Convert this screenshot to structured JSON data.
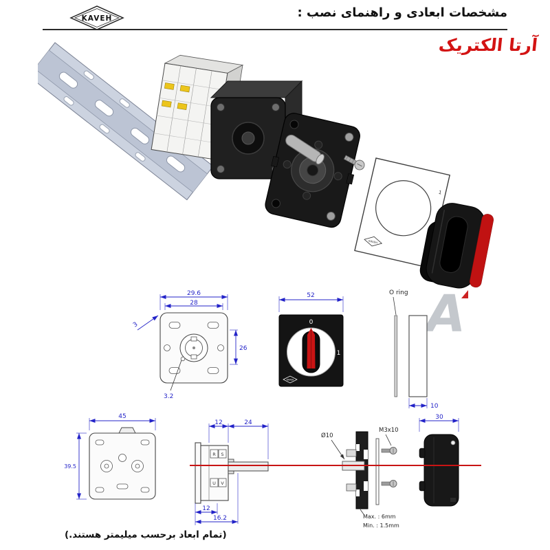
{
  "header": {
    "brand": "KAVEH",
    "title": "مشخصات ابعادی و راهنمای نصب :"
  },
  "brand_logo": {
    "arta": "آرتا الکتریک"
  },
  "watermark": {
    "letter": "A"
  },
  "exploded": {
    "faceplate_brand": "KAVEH",
    "faceplate_mark": "1"
  },
  "rear_view": {
    "dim_total_width": "29.6",
    "dim_inner_width": "28",
    "dim_corner": "3",
    "dim_height": "26",
    "dim_hole": "3.2"
  },
  "front_view": {
    "dim_width": "52",
    "pos_off": "0",
    "pos_on": "1",
    "brand": "KAVEH"
  },
  "oring_view": {
    "label": "O ring",
    "dim_thickness": "10"
  },
  "bracket_view": {
    "dim_width": "45",
    "dim_height": "39.5"
  },
  "side_view": {
    "dim_body": "12",
    "dim_shaft": "24",
    "dim_front": "12",
    "dim_depth": "16.2",
    "terminals": [
      "R",
      "S",
      "U",
      "V"
    ]
  },
  "mount_view": {
    "shaft_dia": "Ø10",
    "screw_label": "M3x10",
    "dim_handle": "30",
    "panel_max": "Max. : 6mm",
    "panel_min": "Min. : 1.5mm"
  },
  "footer": {
    "note": "(تمام ابعاد برحسب میلیمتر هستند.)"
  },
  "colors": {
    "dimension_blue": "#2323c8",
    "accent_red": "#c81414",
    "black_part": "#1c1c1c"
  }
}
